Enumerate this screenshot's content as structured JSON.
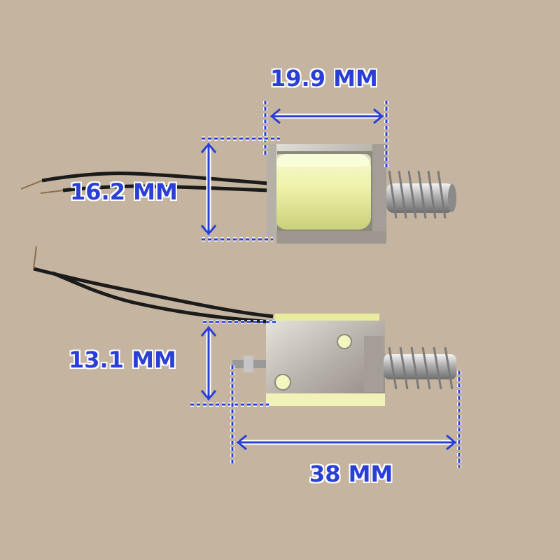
{
  "photo": {
    "background_color": "#c9b8a3",
    "dimension_color": "#2a3fd6",
    "coil_color": "#eef2a8",
    "metal_color": "#c9c4bd",
    "wire_color": "#1b1b1b"
  },
  "dimensions": {
    "width_label": "19.9 MM",
    "height_top_label": "16.2 MM",
    "height_bottom_label": "13.1 MM",
    "length_label": "38 MM"
  },
  "objects": {
    "top": "solenoid-top-view",
    "bottom": "solenoid-side-view"
  }
}
